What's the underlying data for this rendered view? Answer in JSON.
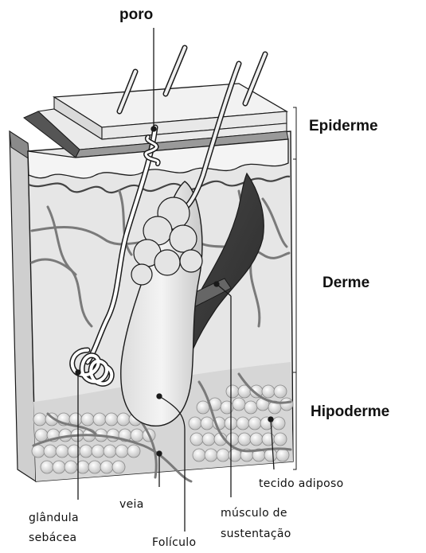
{
  "labels": {
    "poro": "poro",
    "epiderme": "Epiderme",
    "derme": "Derme",
    "hipoderme": "Hipoderme",
    "tecido_adiposo": "tecido adiposo",
    "glandula_line1": "glândula",
    "glandula_line2": "sebácea",
    "veia": "veia",
    "musculo_line1": "músculo de",
    "musculo_line2": "sustentação",
    "foliculo": "Folículo"
  },
  "colors": {
    "outline": "#1a1a1a",
    "skin_light": "#efefef",
    "dermis": "#e2e2e2",
    "vessel": "#7a7a7a",
    "dark_band": "#555555"
  }
}
